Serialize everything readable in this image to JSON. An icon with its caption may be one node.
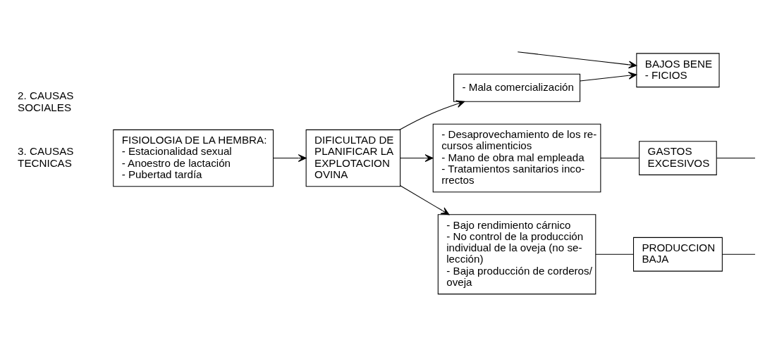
{
  "diagram": {
    "nodes": [
      {
        "text": [
          "DIFICULTAD DE PLANIFICAR LA EXPLOTACION OVINA"
        ]
      },
      {
        "text": [
          "FISIOLOGIA DE LA HEMBRA:",
          "- Estacionalidad sexual",
          "- Anoestro de lactación",
          "- Pubertad tardía"
        ]
      },
      {
        "text": [
          "- Desaprovechamiento de los re- cursos alimenticios",
          "- Mano de obra mal empleada",
          "- Tratamientos sanitarios inco- rrectos"
        ]
      },
      {
        "text": [
          "GASTOS EXCESIVOS"
        ]
      },
      {
        "text": [
          "- Bajo rendimiento cárnico",
          "- No control de la producción individual de la oveja (no se- lección)",
          "- Baja producción de corderos/ oveja"
        ]
      },
      {
        "text": [
          "PRODUCCION BAJA"
        ]
      },
      {
        "text": [
          "- Mala comercialización"
        ]
      },
      {
        "text": [
          "BAJOS BENE - FICIOS"
        ]
      }
    ],
    "edges": [
      {
        "from": 1,
        "to": 0,
        "arrow": "to"
      },
      {
        "from": 0,
        "to": 2,
        "arrow": "to"
      },
      {
        "from": 0,
        "to": 4,
        "arrow": "to"
      },
      {
        "from": 0,
        "to": 6,
        "arrow": "to"
      },
      {
        "from": 2,
        "to": 3,
        "arrow": "none"
      },
      {
        "from": 4,
        "to": 5,
        "arrow": "none"
      },
      {
        "from": 6,
        "to": 7,
        "arrow": "to"
      },
      {
        "from": 3,
        "to": null,
        "arrow": "none"
      },
      {
        "from": 5,
        "to": null,
        "arrow": "none"
      },
      {
        "from": null,
        "to": 7,
        "arrow": "to"
      }
    ],
    "labels": [
      "2. CAUSAS SOCIALES",
      "3. CAUSAS TECNICAS"
    ]
  }
}
